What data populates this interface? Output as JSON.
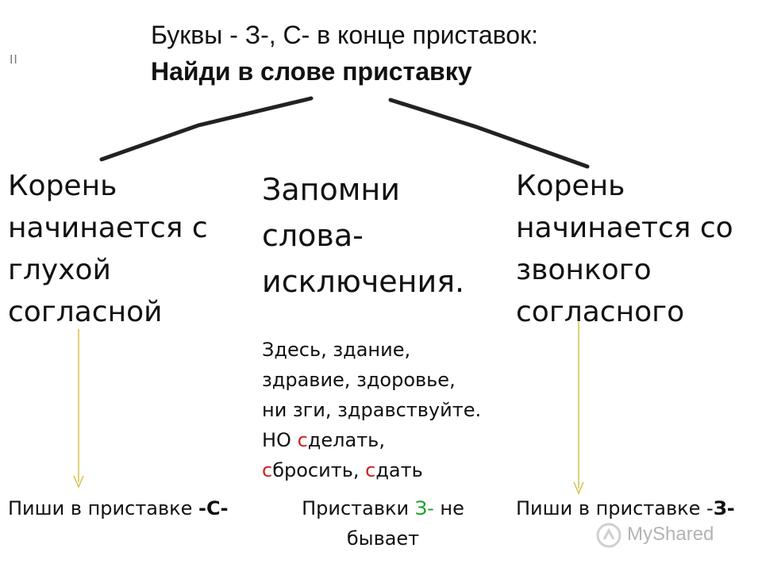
{
  "corner_mark": "II",
  "title": {
    "line1": "Буквы - З-, С- в конце приставок:",
    "line2": "Найди в слове приставку"
  },
  "left": {
    "lines": [
      "Корень",
      "начинается с",
      "глухой",
      "согласной"
    ],
    "result_prefix": "Пиши в приставке ",
    "result_letter": "-С-"
  },
  "middle": {
    "lines": [
      "Запомни",
      "слова-",
      "исключения."
    ],
    "exceptions": [
      "Здесь, здание,",
      "здравие, здоровье,",
      "ни зги, здравствуйте."
    ],
    "but_label": "НО ",
    "but_word1_red": "с",
    "but_word1_rest": "делать,",
    "but_word2_red": "с",
    "but_word2_rest": "бросить, ",
    "but_word3_red": "с",
    "but_word3_rest": "дать",
    "result_prefix": "Приставки ",
    "result_letter": "З-",
    "result_suffix": " не",
    "result_line2": "бывает"
  },
  "right": {
    "lines": [
      "Корень",
      "начинается со",
      "звонкого",
      "согласного"
    ],
    "result_prefix": "Пиши в приставке -",
    "result_letter": "З",
    "result_suffix": "-"
  },
  "watermark": {
    "text": "MyShared",
    "icon": "myshared-logo-icon"
  },
  "colors": {
    "text": "#111111",
    "accent_red": "#d02020",
    "accent_green": "#17a22a",
    "arrow_yellow": "#d6c04a",
    "branch_line": "#222222"
  }
}
